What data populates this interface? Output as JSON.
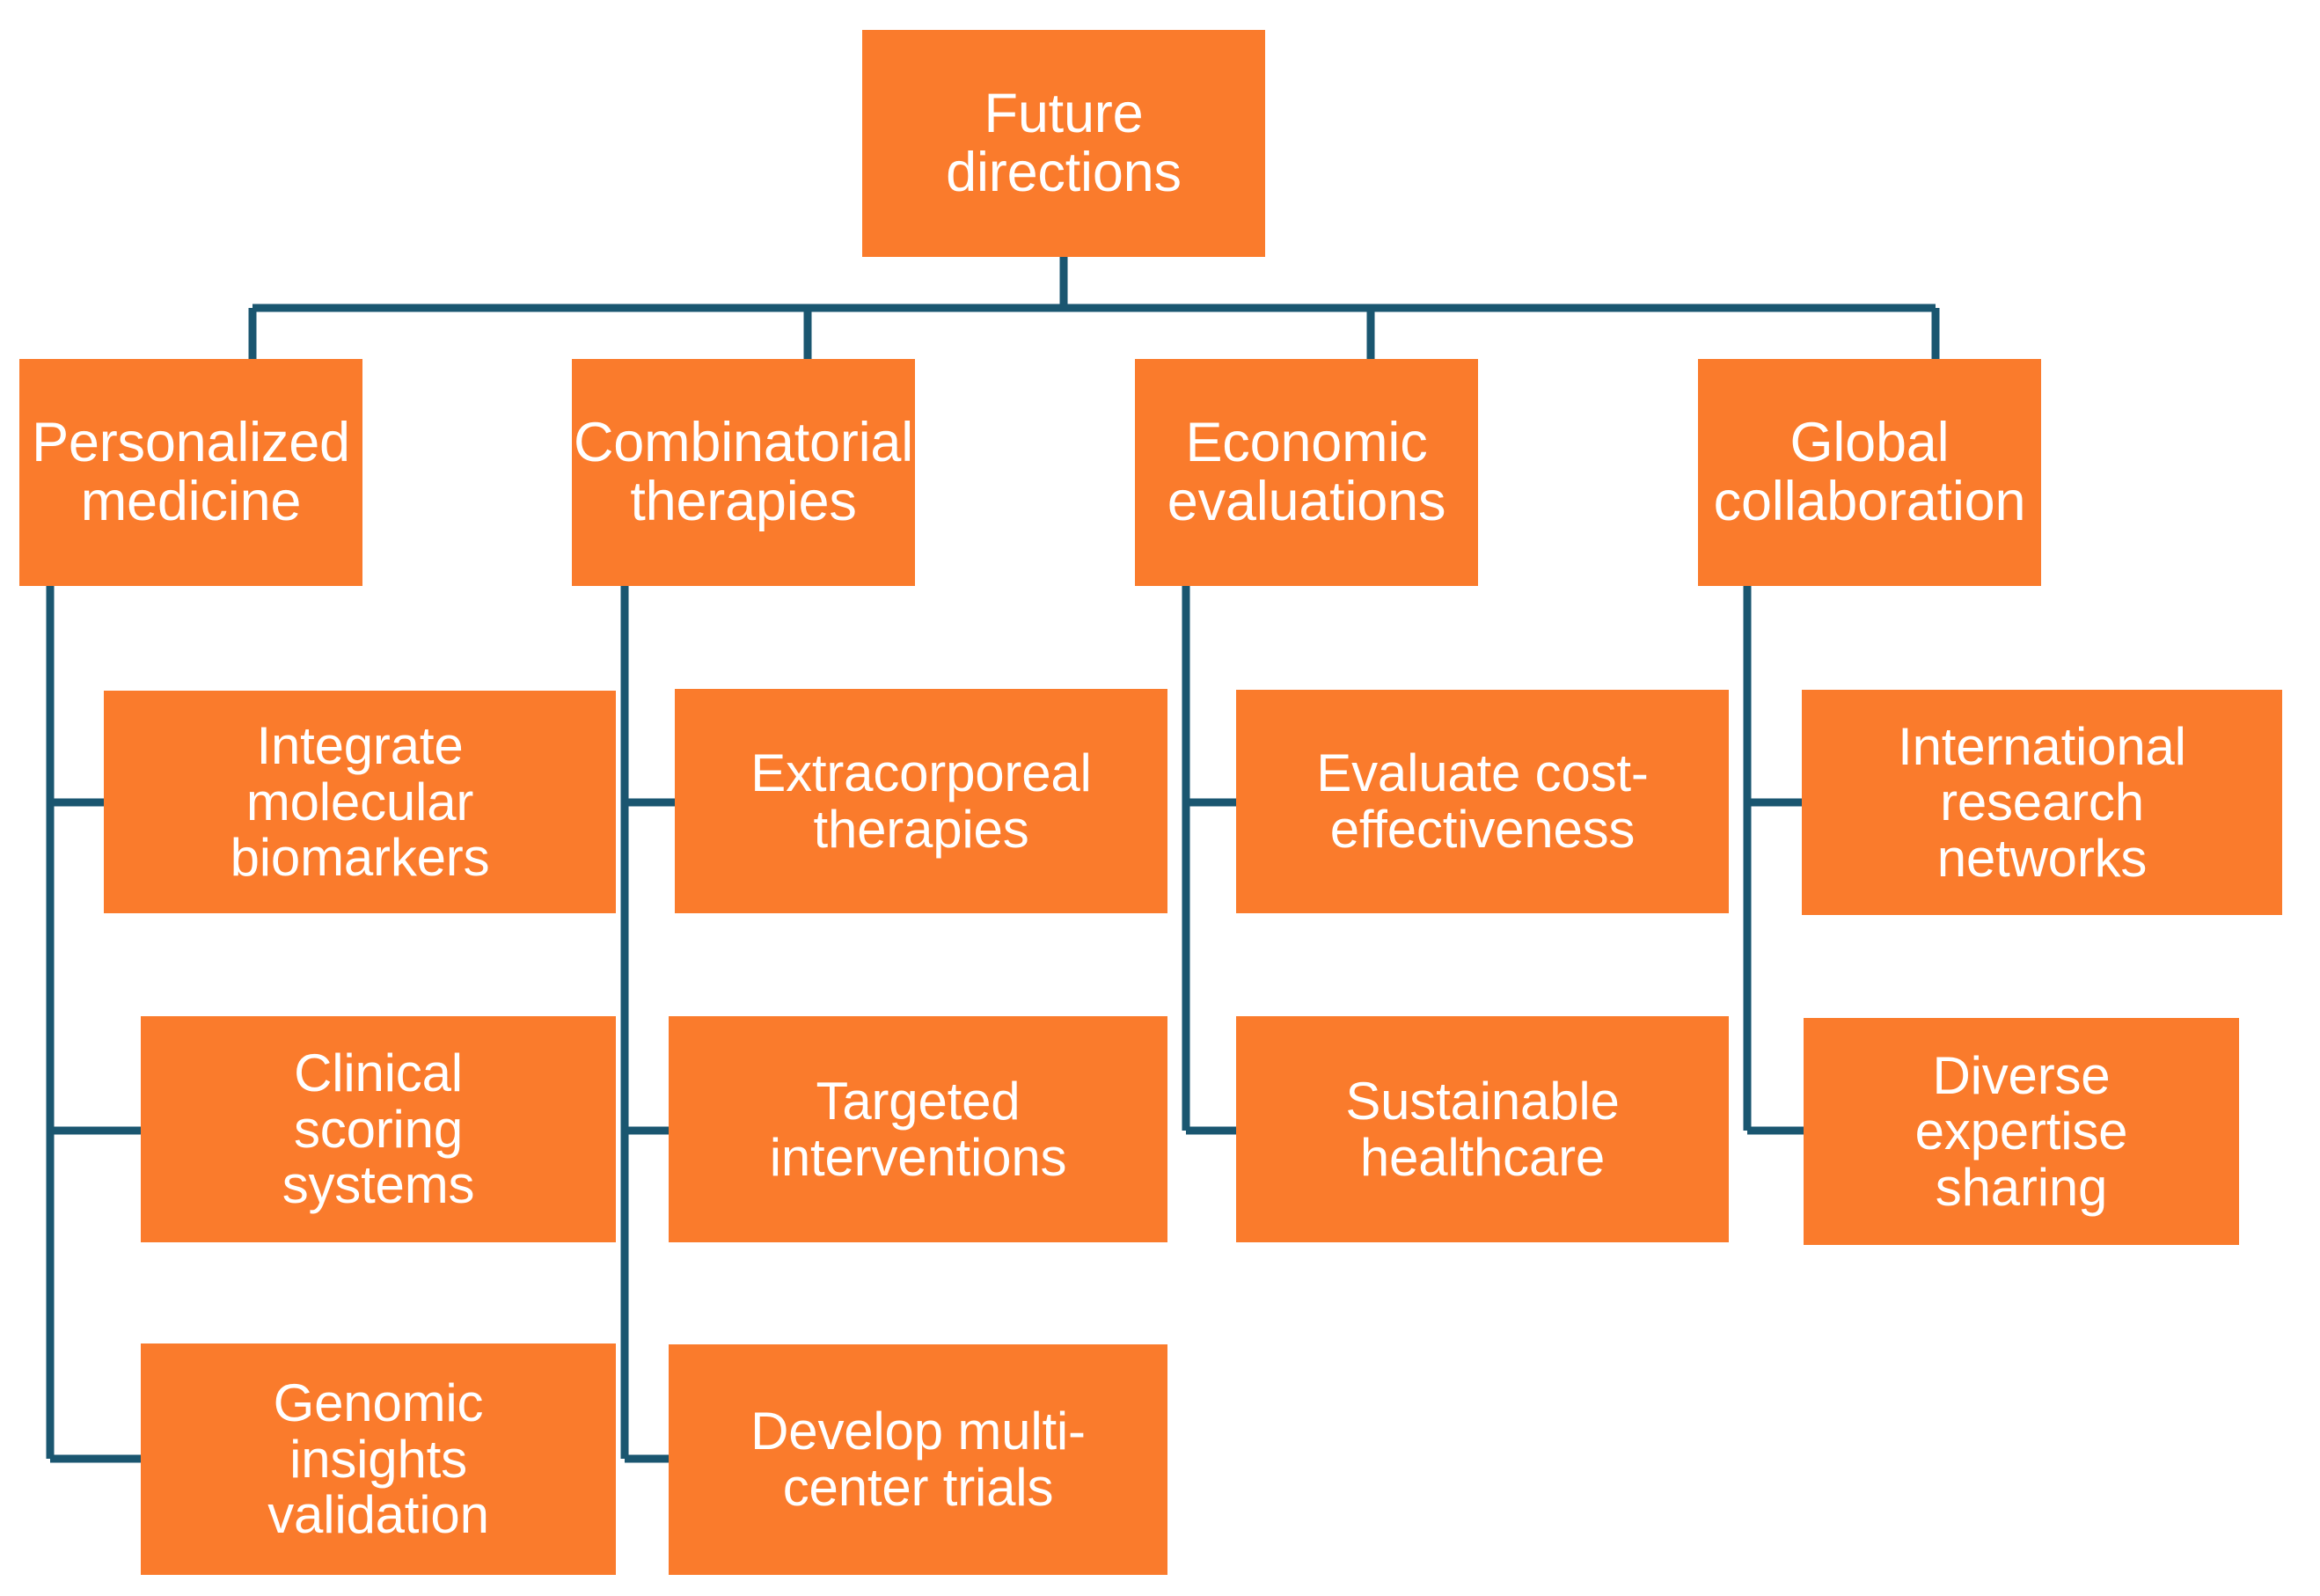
{
  "diagram": {
    "type": "organizational-tree",
    "title": "Future directions",
    "background_color": "#ffffff",
    "node_fill_color": "#FA7B2C",
    "node_text_color": "#FFFFFF",
    "connector_color": "#1A5670",
    "root": {
      "label": "Future\ndirections"
    },
    "branches": [
      {
        "label": "Personalized\nmedicine",
        "children": [
          {
            "label": "Integrate\nmolecular\nbiomarkers"
          },
          {
            "label": "Clinical\nscoring\nsystems"
          },
          {
            "label": "Genomic\ninsights\nvalidation"
          }
        ]
      },
      {
        "label": "Combinatorial\ntherapies",
        "children": [
          {
            "label": "Extracorporeal\ntherapies"
          },
          {
            "label": "Targeted\ninterventions"
          },
          {
            "label": "Develop multi-\ncenter trials"
          }
        ]
      },
      {
        "label": "Economic\nevaluations",
        "children": [
          {
            "label": "Evaluate cost-\neffectiveness"
          },
          {
            "label": "Sustainable\nhealthcare"
          }
        ]
      },
      {
        "label": "Global\ncollaboration",
        "children": [
          {
            "label": "International\nresearch\nnetworks"
          },
          {
            "label": "Diverse\nexpertise\nsharing"
          }
        ]
      }
    ]
  }
}
